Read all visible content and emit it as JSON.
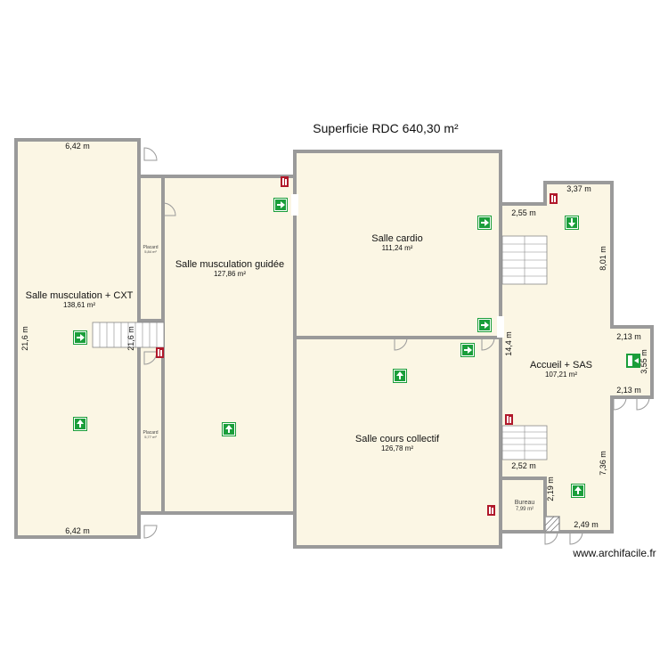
{
  "title": "Superficie RDC 640,30 m²",
  "watermark": "www.archifacile.fr",
  "rooms": {
    "musculation_cxt": {
      "name": "Salle musculation + CXT",
      "area": "138,61 m²"
    },
    "placard_top": {
      "name": "Placard",
      "area": "5,84 m²"
    },
    "placard_bottom": {
      "name": "Placard",
      "area": "5,77 m²"
    },
    "musculation_guidee": {
      "name": "Salle musculation guidée",
      "area": "127,86 m²"
    },
    "cardio": {
      "name": "Salle cardio",
      "area": "111,24 m²"
    },
    "cours_collectif": {
      "name": "Salle cours collectif",
      "area": "126,78 m²"
    },
    "accueil": {
      "name": "Accueil + SAS",
      "area": "107,21 m²"
    },
    "bureau": {
      "name": "Bureau",
      "area": "7,99 m²"
    }
  },
  "dimensions": {
    "left_top_width": "6,42 m",
    "left_bottom_width": "6,42 m",
    "left_height": "21,6 m",
    "left_inner_height": "21,6 m",
    "accueil_top": "3,37 m",
    "accueil_stair_width": "2,55 m",
    "accueil_right_upper": "8,01 m",
    "notch_top": "2,13 m",
    "notch_height": "3,55 m",
    "notch_bottom": "2,13 m",
    "accueil_left_height": "14,4 m",
    "accueil_right_lower": "7,36 m",
    "bureau_top": "2,52 m",
    "bureau_side": "2,19 m",
    "bottom_right": "2,49 m"
  },
  "colors": {
    "floor": "#fbf6e4",
    "wall": "#9a9a9a",
    "exit_sign": "#1a9e3a",
    "extinguisher": "#b0182a"
  },
  "icons": {
    "exit_arrow": "green-exit-arrow-icon",
    "extinguisher": "fire-extinguisher-icon",
    "emergency_exit": "emergency-exit-icon"
  }
}
